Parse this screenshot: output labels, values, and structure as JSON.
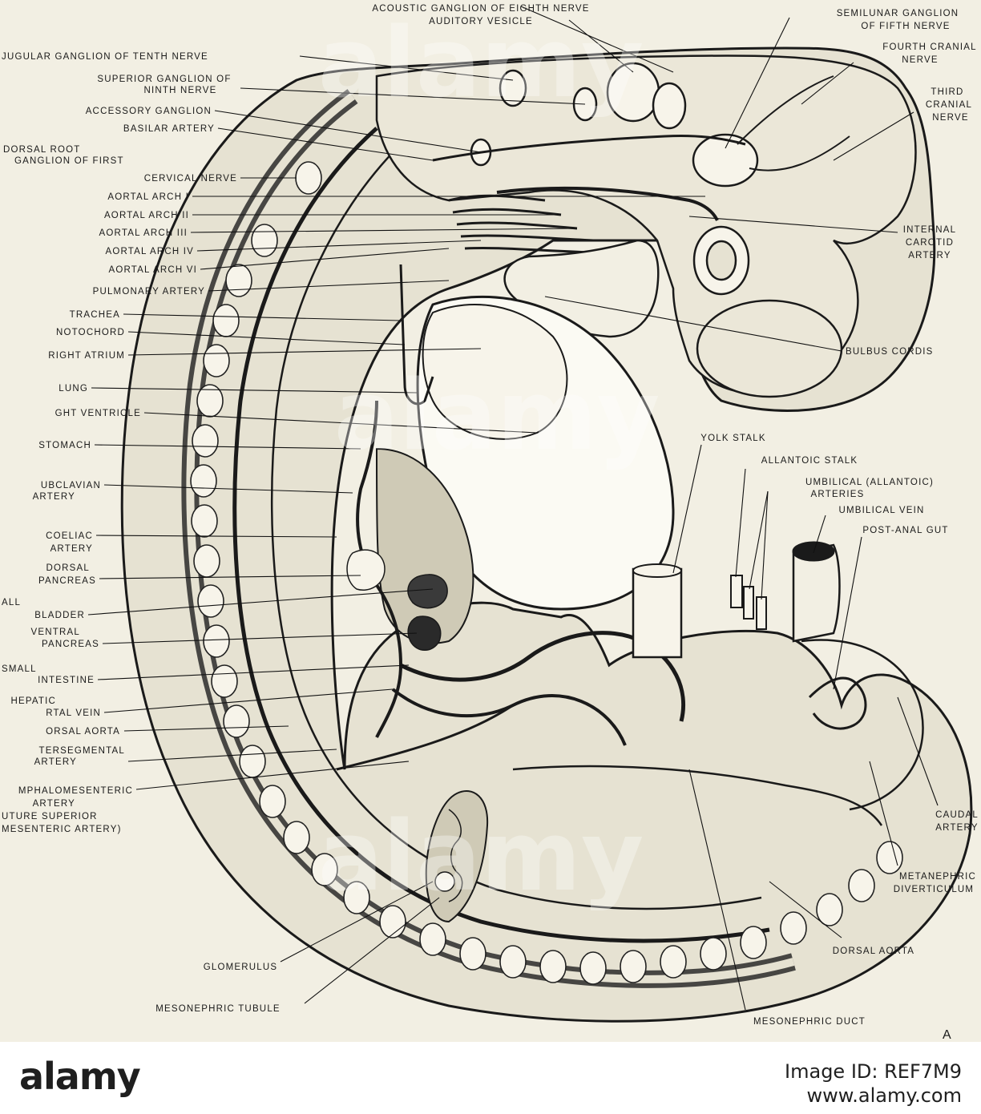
{
  "labels": {
    "acoustic_ganglion": "ACOUSTIC GANGLION OF EIGHTH NERVE",
    "auditory_vesicle": "AUDITORY VESICLE",
    "semilunar_ganglion_1": "SEMILUNAR GANGLION",
    "semilunar_ganglion_2": "OF FIFTH NERVE",
    "jugular_ganglion": "JUGULAR GANGLION OF TENTH NERVE",
    "superior_ganglion_1": "SUPERIOR GANGLION OF",
    "superior_ganglion_2": "NINTH NERVE",
    "accessory_ganglion": "ACCESSORY GANGLION",
    "basilar_artery": "BASILAR ARTERY",
    "dorsal_root_1": "DORSAL ROOT",
    "dorsal_root_2": "GANGLION OF FIRST",
    "dorsal_root_3": "CERVICAL NERVE",
    "aortal_arch_1": "AORTAL ARCH I",
    "aortal_arch_2": "AORTAL ARCH II",
    "aortal_arch_3": "AORTAL ARCH III",
    "aortal_arch_4": "AORTAL ARCH IV",
    "aortal_arch_6": "AORTAL ARCH VI",
    "pulmonary_artery": "PULMONARY ARTERY",
    "trachea": "TRACHEA",
    "notochord": "NOTOCHORD",
    "right_atrium": "RIGHT ATRIUM",
    "lung": "LUNG",
    "right_ventricle": "GHT VENTRICLE",
    "stomach": "STOMACH",
    "subclavian_1": "UBCLAVIAN",
    "subclavian_2": "ARTERY",
    "coeliac_1": "COELIAC",
    "coeliac_2": "ARTERY",
    "dorsal_pancreas_1": "DORSAL",
    "dorsal_pancreas_2": "PANCREAS",
    "gall_bladder_1": "ALL",
    "gall_bladder_2": "BLADDER",
    "ventral_pancreas_1": "VENTRAL",
    "ventral_pancreas_2": "PANCREAS",
    "small_intestine_1": "SMALL",
    "small_intestine_2": "INTESTINE",
    "hepatic_portal_1": "HEPATIC",
    "hepatic_portal_2": "RTAL VEIN",
    "dorsal_aorta_left": "ORSAL AORTA",
    "intersegmental_1": "TERSEGMENTAL",
    "intersegmental_2": "ARTERY",
    "omphalomesenteric_1": "MPHALOMESENTERIC",
    "omphalomesenteric_2": "ARTERY",
    "omphalomesenteric_3": "UTURE SUPERIOR",
    "omphalomesenteric_4": "MESENTERIC ARTERY)",
    "fourth_cranial_1": "FOURTH CRANIAL",
    "fourth_cranial_2": "NERVE",
    "third_cranial_1": "THIRD",
    "third_cranial_2": "CRANIAL",
    "third_cranial_3": "NERVE",
    "internal_carotid_1": "INTERNAL",
    "internal_carotid_2": "CAROTID",
    "internal_carotid_3": "ARTERY",
    "bulbus_cordis": "BULBUS CORDIS",
    "yolk_stalk": "YOLK STALK",
    "allantoic_stalk": "ALLANTOIC STALK",
    "umbilical_arteries_1": "UMBILICAL (ALLANTOIC)",
    "umbilical_arteries_2": "ARTERIES",
    "umbilical_vein": "UMBILICAL VEIN",
    "post_anal_gut": "POST-ANAL GUT",
    "caudal_artery_1": "CAUDAL",
    "caudal_artery_2": "ARTERY",
    "metanephric_1": "METANEPHRIC",
    "metanephric_2": "DIVERTICULUM",
    "dorsal_aorta_right": "DORSAL AORTA",
    "mesonephric_duct": "MESONEPHRIC DUCT",
    "glomerulus": "GLOMERULUS",
    "mesonephric_tubule": "MESONEPHRIC TUBULE",
    "figure_letter": "A"
  },
  "watermark": "alamy",
  "footer": {
    "logo": "alamy",
    "image_id": "Image ID: REF7M9",
    "site": "www.alamy.com"
  }
}
